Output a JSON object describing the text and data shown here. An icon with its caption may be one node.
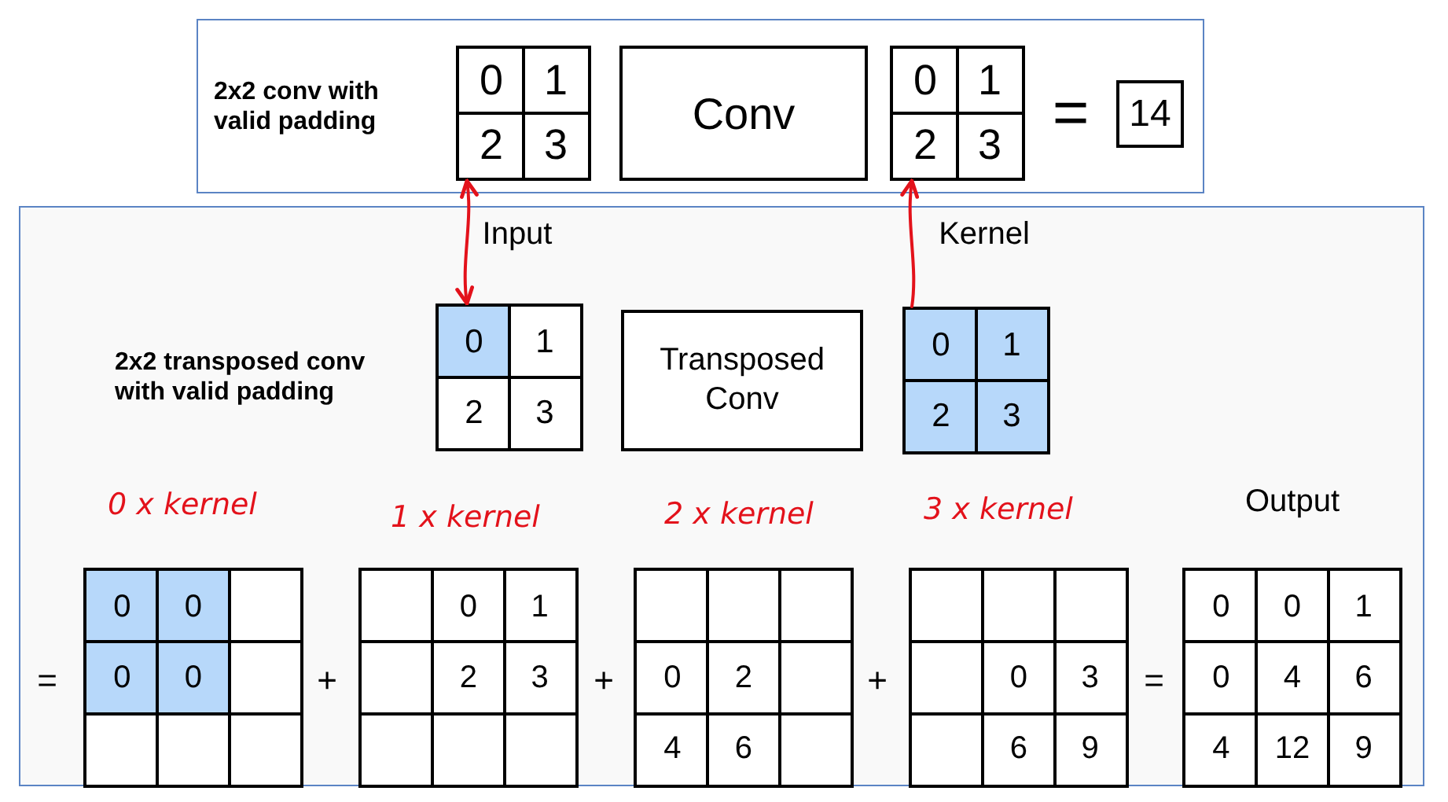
{
  "diagram": {
    "nodes": [
      {
        "text": [
          "2x2 conv with valid padding"
        ]
      },
      {
        "text": [],
        "shape": "grid",
        "in": 0
      },
      {
        "text": [
          "0"
        ],
        "in": 1
      },
      {
        "text": [
          "1"
        ],
        "in": 1
      },
      {
        "text": [
          "2"
        ],
        "in": 1
      },
      {
        "text": [
          "3"
        ],
        "in": 1
      },
      {
        "text": [
          "Conv"
        ],
        "in": 0
      },
      {
        "text": [],
        "shape": "grid",
        "in": 0
      },
      {
        "text": [
          "0"
        ],
        "in": 7
      },
      {
        "text": [
          "1"
        ],
        "in": 7
      },
      {
        "text": [
          "2"
        ],
        "in": 7
      },
      {
        "text": [
          "3"
        ],
        "in": 7
      },
      {
        "text": [
          "14"
        ],
        "in": 0
      },
      {
        "text": [
          "2x2 transposed conv with valid padding"
        ]
      },
      {
        "text": [],
        "shape": "grid",
        "in": 13,
        "beside": [
          "Input"
        ]
      },
      {
        "text": [
          "0"
        ],
        "in": 14
      },
      {
        "text": [
          "1"
        ],
        "in": 14
      },
      {
        "text": [
          "2"
        ],
        "in": 14
      },
      {
        "text": [
          "3"
        ],
        "in": 14
      },
      {
        "text": [
          "Transposed Conv"
        ],
        "in": 13
      },
      {
        "text": [],
        "shape": "grid",
        "in": 13,
        "beside": [
          "Kernel"
        ]
      },
      {
        "text": [
          "0"
        ],
        "in": 20
      },
      {
        "text": [
          "1"
        ],
        "in": 20
      },
      {
        "text": [
          "2"
        ],
        "in": 20
      },
      {
        "text": [
          "3"
        ],
        "in": 20
      },
      {
        "text": [],
        "shape": "grid",
        "in": 13,
        "beside": [
          "0 x kernel"
        ]
      },
      {
        "text": [
          "0"
        ],
        "in": 25
      },
      {
        "text": [
          "0"
        ],
        "in": 25
      },
      {
        "text": [
          "0"
        ],
        "in": 25
      },
      {
        "text": [
          "0"
        ],
        "in": 25
      },
      {
        "text": [],
        "shape": "grid",
        "in": 13,
        "beside": [
          "1 x kernel"
        ]
      },
      {
        "text": [
          "0"
        ],
        "in": 30
      },
      {
        "text": [
          "1"
        ],
        "in": 30
      },
      {
        "text": [
          "2"
        ],
        "in": 30
      },
      {
        "text": [
          "3"
        ],
        "in": 30
      },
      {
        "text": [],
        "shape": "grid",
        "in": 13,
        "beside": [
          "2 x kernel"
        ]
      },
      {
        "text": [
          "0"
        ],
        "in": 35
      },
      {
        "text": [
          "2"
        ],
        "in": 35
      },
      {
        "text": [
          "4"
        ],
        "in": 35
      },
      {
        "text": [
          "6"
        ],
        "in": 35
      },
      {
        "text": [],
        "shape": "grid",
        "in": 13,
        "beside": [
          "3 x kernel"
        ]
      },
      {
        "text": [
          "0"
        ],
        "in": 40
      },
      {
        "text": [
          "3"
        ],
        "in": 40
      },
      {
        "text": [
          "6"
        ],
        "in": 40
      },
      {
        "text": [
          "9"
        ],
        "in": 40
      },
      {
        "text": [],
        "shape": "grid",
        "in": 13,
        "beside": [
          "Output"
        ]
      },
      {
        "text": [
          "0"
        ],
        "in": 45
      },
      {
        "text": [
          "0"
        ],
        "in": 45
      },
      {
        "text": [
          "1"
        ],
        "in": 45
      },
      {
        "text": [
          "0"
        ],
        "in": 45
      },
      {
        "text": [
          "4"
        ],
        "in": 45
      },
      {
        "text": [
          "6"
        ],
        "in": 45
      },
      {
        "text": [
          "4"
        ],
        "in": 45
      },
      {
        "text": [
          "12"
        ],
        "in": 45
      },
      {
        "text": [
          "9"
        ],
        "in": 45
      }
    ],
    "edges": [
      {
        "from": 1,
        "to": 14,
        "arrow": "both"
      },
      {
        "from": 20,
        "to": 7,
        "arrow": "to"
      }
    ],
    "labels": [
      "=",
      "=",
      "+",
      "+",
      "+",
      "="
    ]
  }
}
